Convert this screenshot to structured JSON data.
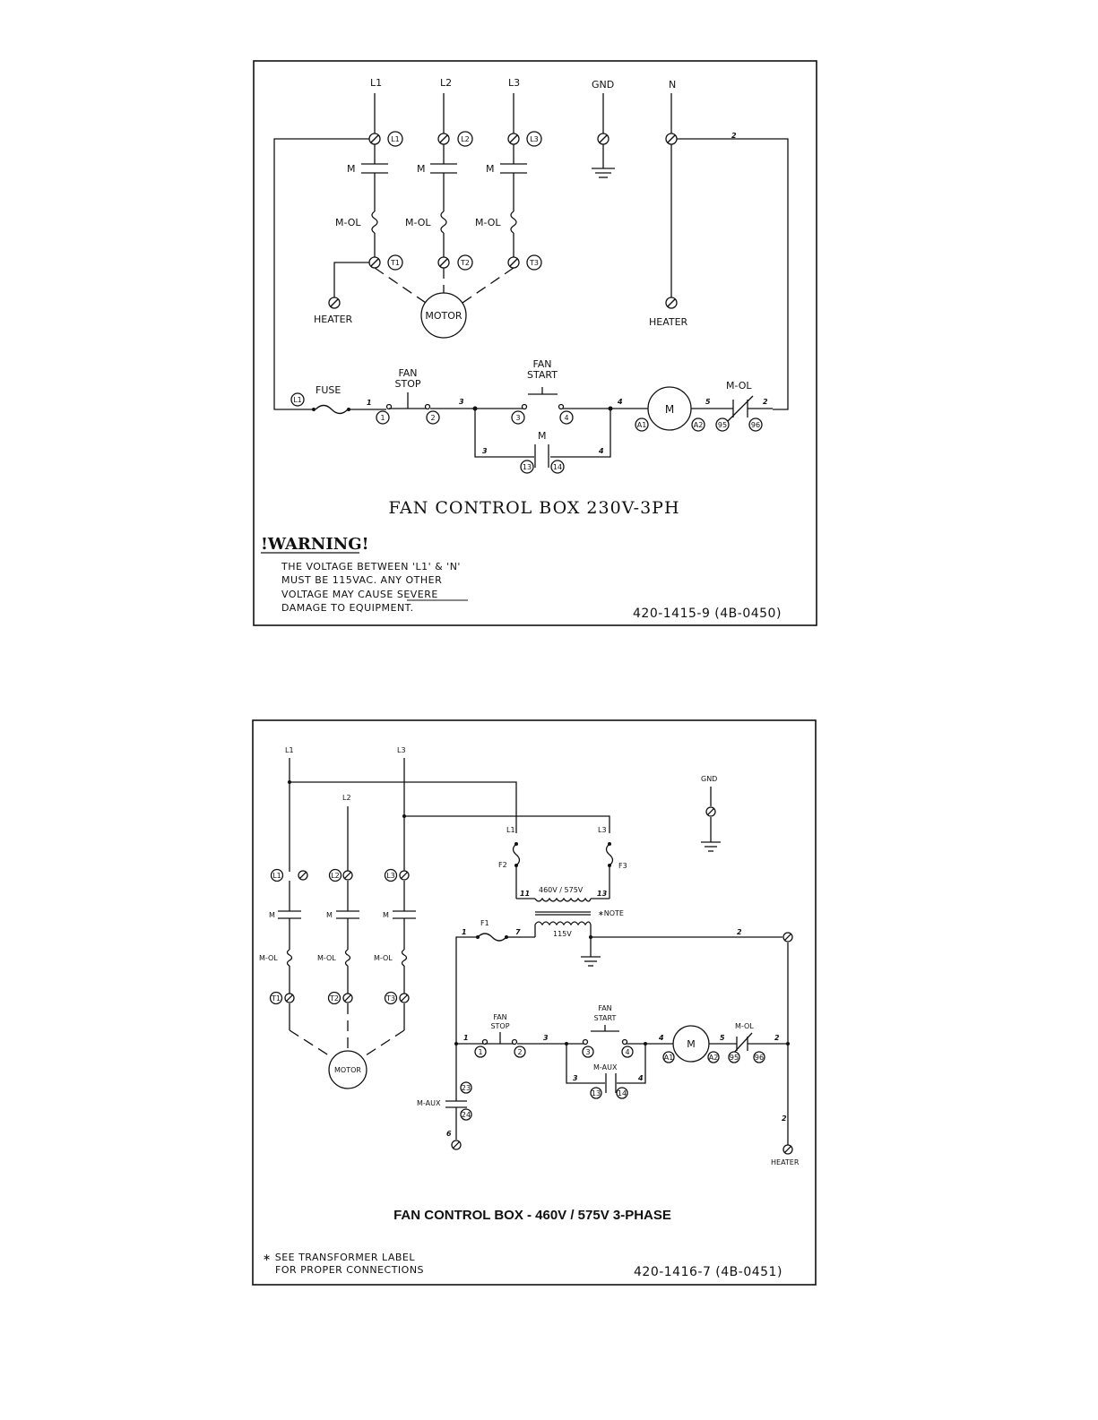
{
  "diagram1": {
    "title": "FAN CONTROL BOX 230V-3PH",
    "lines": [
      "L1",
      "L2",
      "L3",
      "GND",
      "N"
    ],
    "terminals_top": [
      "L1",
      "L2",
      "L3"
    ],
    "terminals_bottom": [
      "T1",
      "T2",
      "T3"
    ],
    "contactor_label": "M",
    "overload_label": "M-OL",
    "heater_label": "HEATER",
    "motor_label": "MOTOR",
    "fuse_label": "FUSE",
    "fuse_terminal": "L1",
    "fan_stop": "FAN\nSTOP",
    "fan_stop_l1": "FAN",
    "fan_stop_l2": "STOP",
    "fan_start_l1": "FAN",
    "fan_start_l2": "START",
    "coil_label": "M",
    "moL_label": "M-OL",
    "aux_label": "M",
    "wire_nums": [
      "1",
      "3",
      "4",
      "5",
      "2",
      "2",
      "3",
      "4"
    ],
    "pin_labels": [
      "1",
      "2",
      "3",
      "4",
      "A1",
      "A2",
      "95",
      "96",
      "13",
      "14"
    ],
    "warning_title": "!WARNING!",
    "warning_lines": [
      "THE VOLTAGE BETWEEN 'L1' & 'N'",
      "MUST BE 115VAC.  ANY OTHER",
      "VOLTAGE MAY CAUSE SEVERE",
      "DAMAGE TO EQUIPMENT."
    ],
    "part_number": "420-1415-9 (4B-0450)"
  },
  "diagram2": {
    "title": "FAN CONTROL BOX - 460V / 575V 3-PHASE",
    "lines": [
      "L1",
      "L3",
      "L2",
      "GND"
    ],
    "terminals_top": [
      "L1",
      "L2",
      "L3"
    ],
    "terminals_bottom": [
      "T1",
      "T2",
      "T3"
    ],
    "contactor_label": "M",
    "overload_label": "M-OL",
    "motor_label": "MOTOR",
    "fuse_labels": [
      "F2",
      "F3",
      "F1"
    ],
    "xfmr_primary": "460V / 575V",
    "xfmr_secondary": "115V",
    "xfmr_note": "∗NOTE",
    "xfmr_taps": [
      "L1",
      "L3"
    ],
    "fan_stop_l1": "FAN",
    "fan_stop_l2": "STOP",
    "fan_start_l1": "FAN",
    "fan_start_l2": "START",
    "coil_label": "M",
    "moL_label": "M-OL",
    "aux_label": "M-AUX",
    "aux2_label": "M-AUX",
    "heater_label": "HEATER",
    "wire_nums": [
      "11",
      "13",
      "1",
      "7",
      "2",
      "1",
      "3",
      "4",
      "5",
      "2",
      "3",
      "4",
      "2",
      "6"
    ],
    "pin_labels": [
      "1",
      "2",
      "3",
      "4",
      "A1",
      "A2",
      "95",
      "96",
      "13",
      "14",
      "23",
      "24"
    ],
    "footnote_lines": [
      "∗ SEE TRANSFORMER LABEL",
      "FOR PROPER CONNECTIONS"
    ],
    "part_number": "420-1416-7 (4B-0451)"
  }
}
